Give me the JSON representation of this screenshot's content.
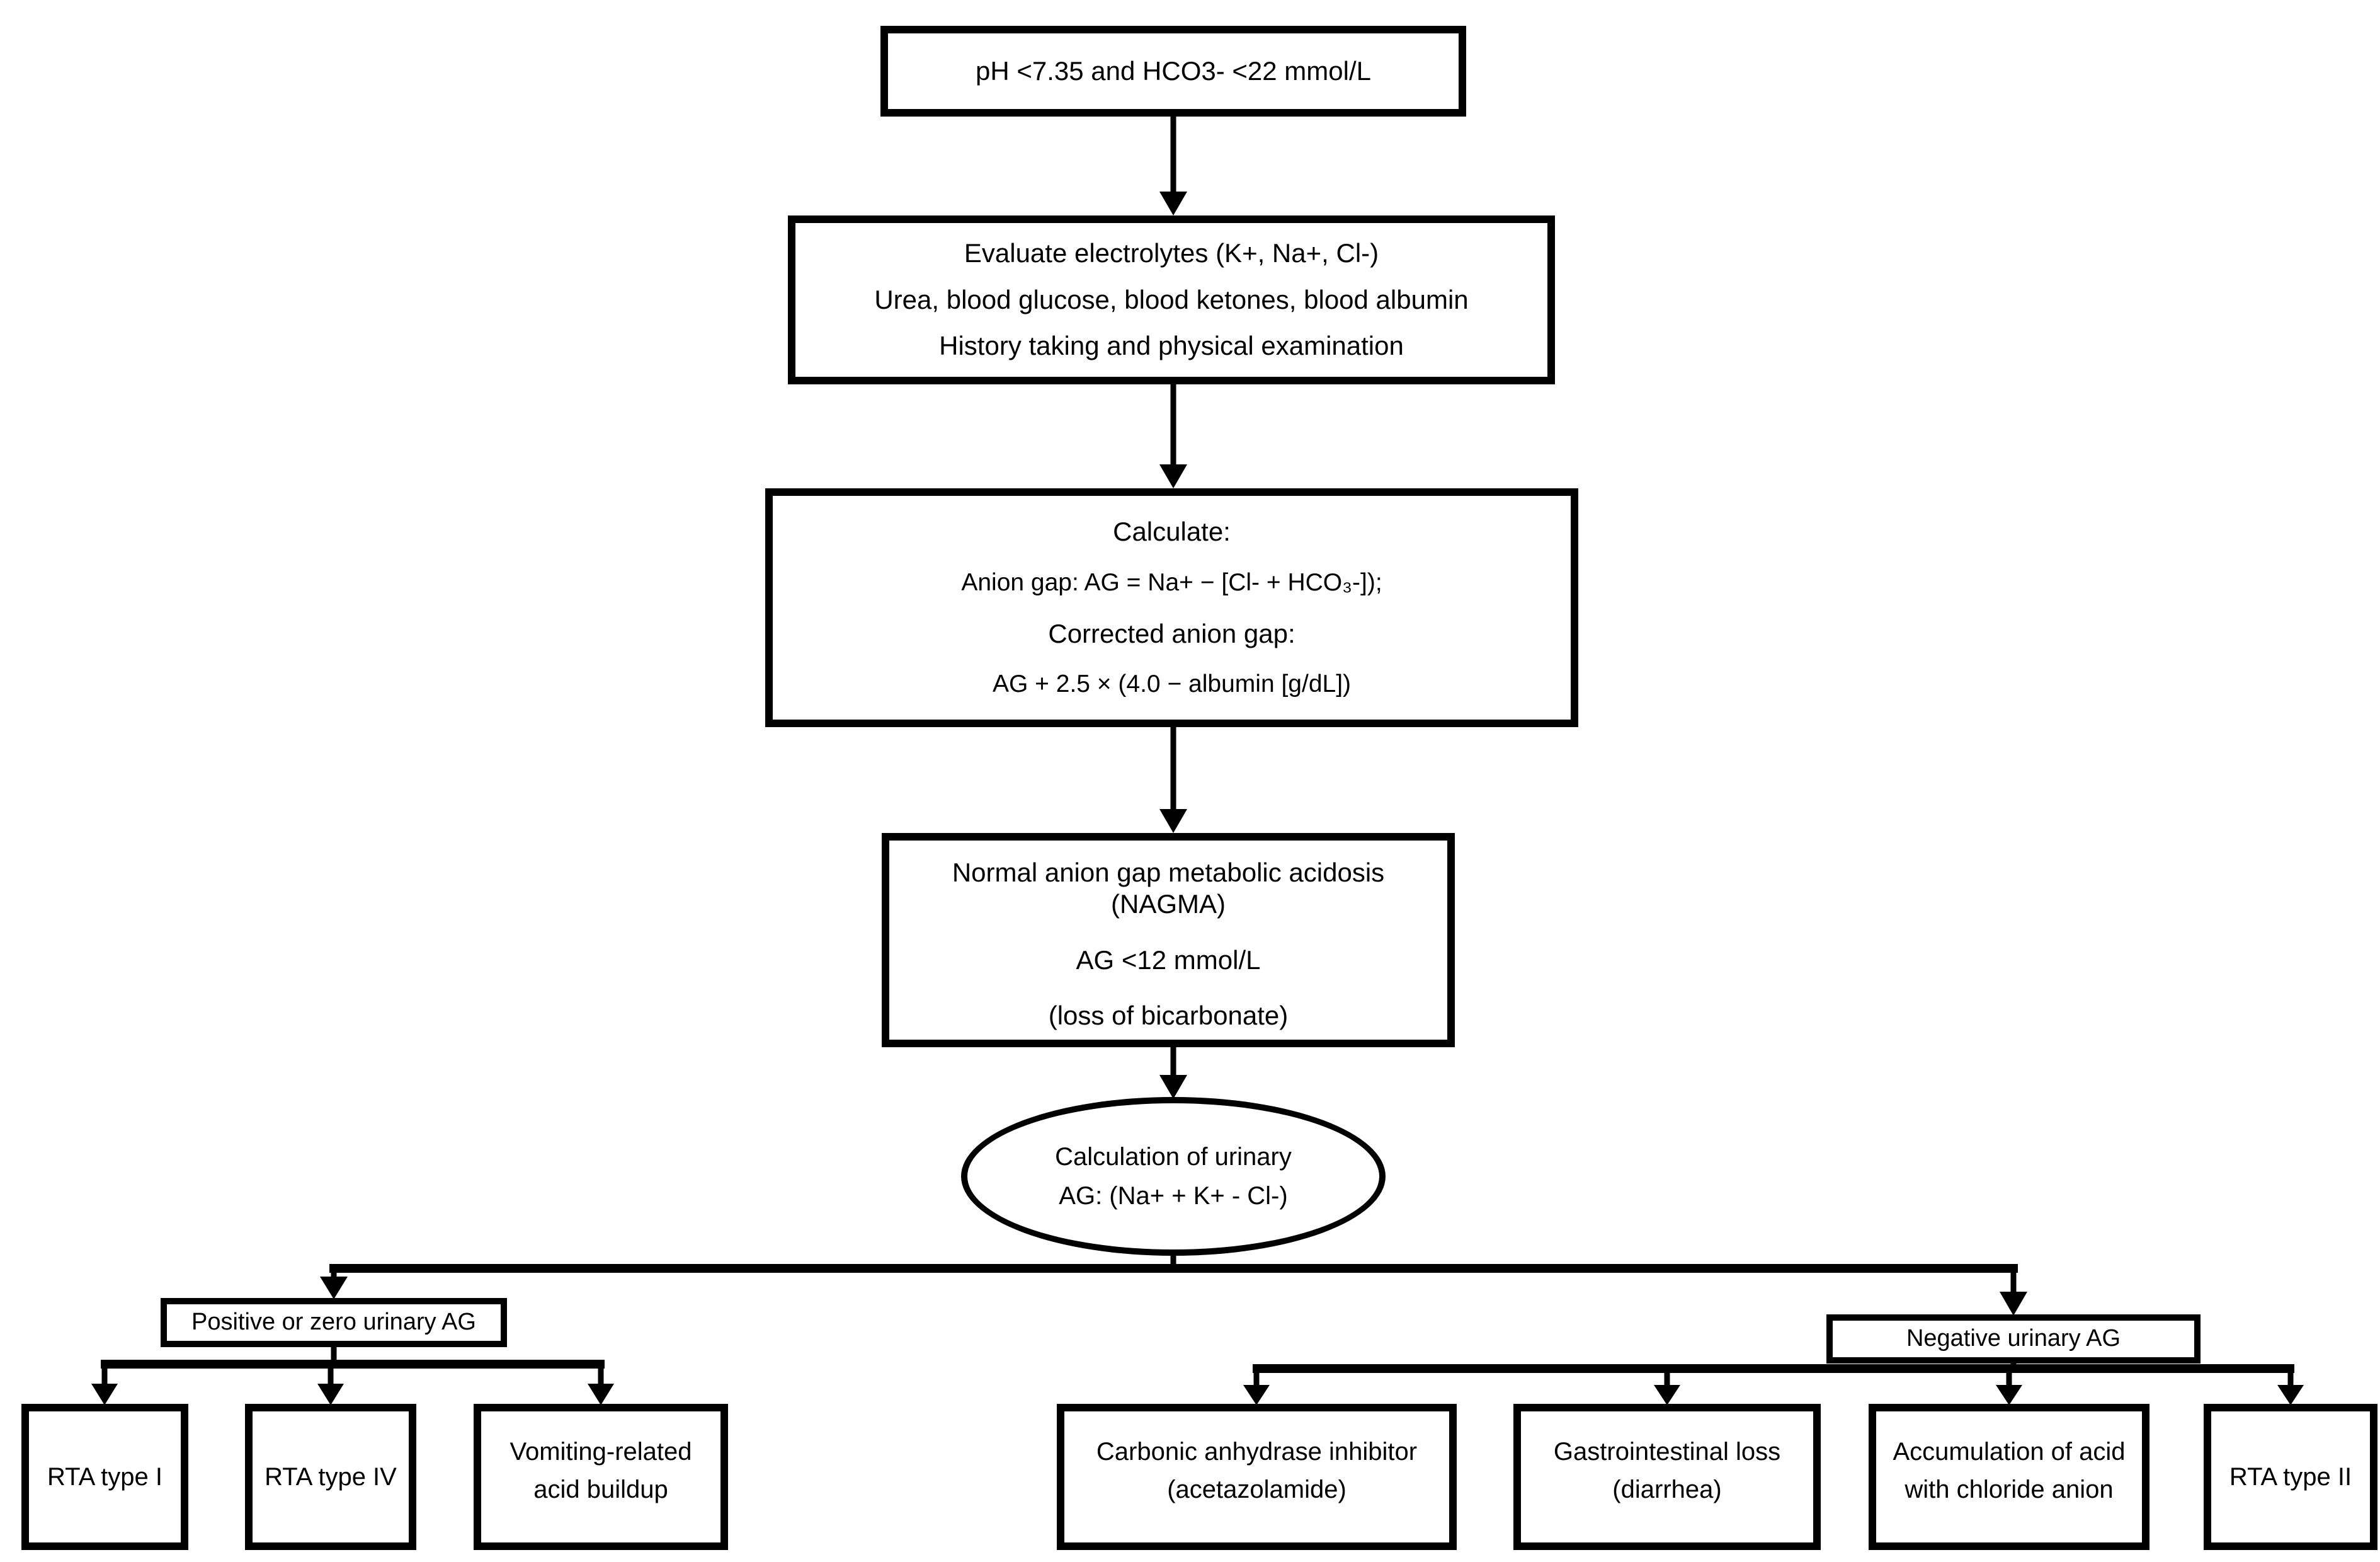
{
  "diagram": {
    "type": "flowchart",
    "colors": {
      "background": "#ffffff",
      "line": "#000000",
      "text": "#000000"
    },
    "nodes": {
      "ph_criteria": {
        "shape": "rect",
        "lines": [
          "pH <7.35 and HCO3- <22 mmol/L"
        ]
      },
      "evaluate": {
        "shape": "rect",
        "lines": [
          "Evaluate electrolytes (K+, Na+, Cl-)",
          "Urea, blood glucose, blood ketones, blood albumin",
          "History taking and physical examination"
        ]
      },
      "calculate": {
        "shape": "rect",
        "lines": [
          "Calculate:",
          "Anion gap: AG = Na+ − [Cl- + HCO₃-]);",
          "Corrected anion gap:",
          "AG + 2.5 × (4.0 − albumin [g/dL])"
        ]
      },
      "nagma": {
        "shape": "rect",
        "lines": [
          "Normal anion gap metabolic acidosis (NAGMA)",
          "AG <12 mmol/L",
          "(loss of bicarbonate)"
        ]
      },
      "urinary_ag": {
        "shape": "ellipse",
        "lines": [
          "Calculation of urinary",
          "AG: (Na+ + K+ - Cl-)"
        ]
      },
      "positive_ag": {
        "shape": "rect",
        "lines": [
          "Positive or zero urinary AG"
        ]
      },
      "rta_type_1": {
        "shape": "rect",
        "lines": [
          "RTA type I"
        ]
      },
      "rta_type_4": {
        "shape": "rect",
        "lines": [
          "RTA type IV"
        ]
      },
      "vomiting": {
        "shape": "rect",
        "lines": [
          "Vomiting-related",
          "acid buildup"
        ]
      },
      "negative_ag": {
        "shape": "rect",
        "lines": [
          "Negative urinary AG"
        ]
      },
      "carbonic": {
        "shape": "rect",
        "lines": [
          "Carbonic anhydrase inhibitor",
          "(acetazolamide)"
        ]
      },
      "gi_loss": {
        "shape": "rect",
        "lines": [
          "Gastrointestinal loss",
          "(diarrhea)"
        ]
      },
      "acid_chloride": {
        "shape": "rect",
        "lines": [
          "Accumulation of acid",
          "with chloride anion"
        ]
      },
      "rta_type_2": {
        "shape": "rect",
        "lines": [
          "RTA type II"
        ]
      }
    },
    "edges": [
      {
        "from": "ph_criteria",
        "to": "evaluate"
      },
      {
        "from": "evaluate",
        "to": "calculate"
      },
      {
        "from": "calculate",
        "to": "nagma"
      },
      {
        "from": "nagma",
        "to": "urinary_ag"
      },
      {
        "from": "urinary_ag",
        "to": "positive_ag"
      },
      {
        "from": "urinary_ag",
        "to": "negative_ag"
      },
      {
        "from": "positive_ag",
        "to": "rta_type_1"
      },
      {
        "from": "positive_ag",
        "to": "rta_type_4"
      },
      {
        "from": "positive_ag",
        "to": "vomiting"
      },
      {
        "from": "negative_ag",
        "to": "carbonic"
      },
      {
        "from": "negative_ag",
        "to": "gi_loss"
      },
      {
        "from": "negative_ag",
        "to": "acid_chloride"
      },
      {
        "from": "negative_ag",
        "to": "rta_type_2"
      }
    ]
  }
}
